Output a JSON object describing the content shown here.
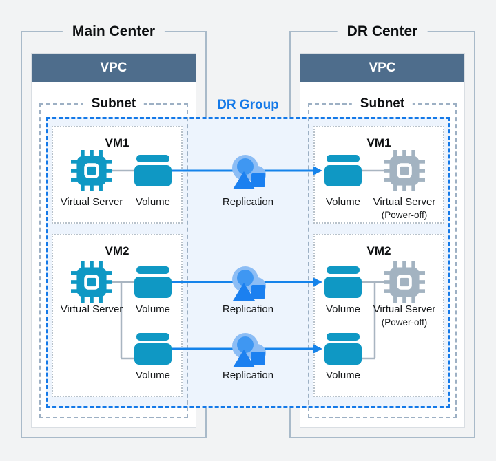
{
  "diagram": {
    "main_center": {
      "title": "Main Center",
      "vpc_label": "VPC",
      "subnet_label": "Subnet",
      "vm1": {
        "title": "VM1",
        "virtual_server_label": "Virtual Server",
        "volume_label": "Volume"
      },
      "vm2": {
        "title": "VM2",
        "virtual_server_label": "Virtual Server",
        "volume_top_label": "Volume",
        "volume_bottom_label": "Volume"
      }
    },
    "dr_center": {
      "title": "DR Center",
      "vpc_label": "VPC",
      "subnet_label": "Subnet",
      "vm1": {
        "title": "VM1",
        "volume_label": "Volume",
        "virtual_server_label": "Virtual Server",
        "power_state_label": "(Power-off)"
      },
      "vm2": {
        "title": "VM2",
        "volume_top_label": "Volume",
        "volume_bottom_label": "Volume",
        "virtual_server_label": "Virtual Server",
        "power_state_label": "(Power-off)"
      }
    },
    "dr_group": {
      "label": "DR Group"
    },
    "replication_labels": [
      "Replication",
      "Replication",
      "Replication"
    ],
    "colors": {
      "background": "#f2f3f4",
      "center_border": "#a9bac9",
      "vpc_header": "#4e6d8c",
      "subnet_dash": "#9db0c4",
      "dr_group_blue": "#1479e8",
      "dr_group_fill": "#edf4fd",
      "icon_teal": "#0f98c4",
      "icon_gray_poweroff": "#a3b3c1",
      "arrow_blue": "#1583ea",
      "connector_gray": "#a9b5c1",
      "replication_cloud_light": "#8cbdf5",
      "replication_circle": "#3f97f2",
      "replication_shapes": "#1b80f0"
    }
  }
}
